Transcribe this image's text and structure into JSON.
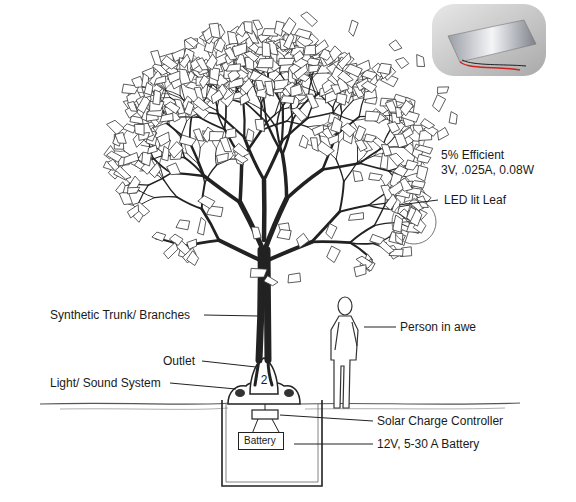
{
  "diagram": {
    "nodes": [
      {
        "text": [
          "Battery"
        ]
      }
    ],
    "labels": [
      "5% Efficient",
      "3V, .025A, 0.08W",
      "LED lit Leaf",
      "Synthetic Trunk/ Branches",
      "Person in awe",
      "Outlet",
      "2",
      "Light/ Sound System",
      "Solar Charge Controller",
      "12V, 5-30 A Battery"
    ]
  }
}
